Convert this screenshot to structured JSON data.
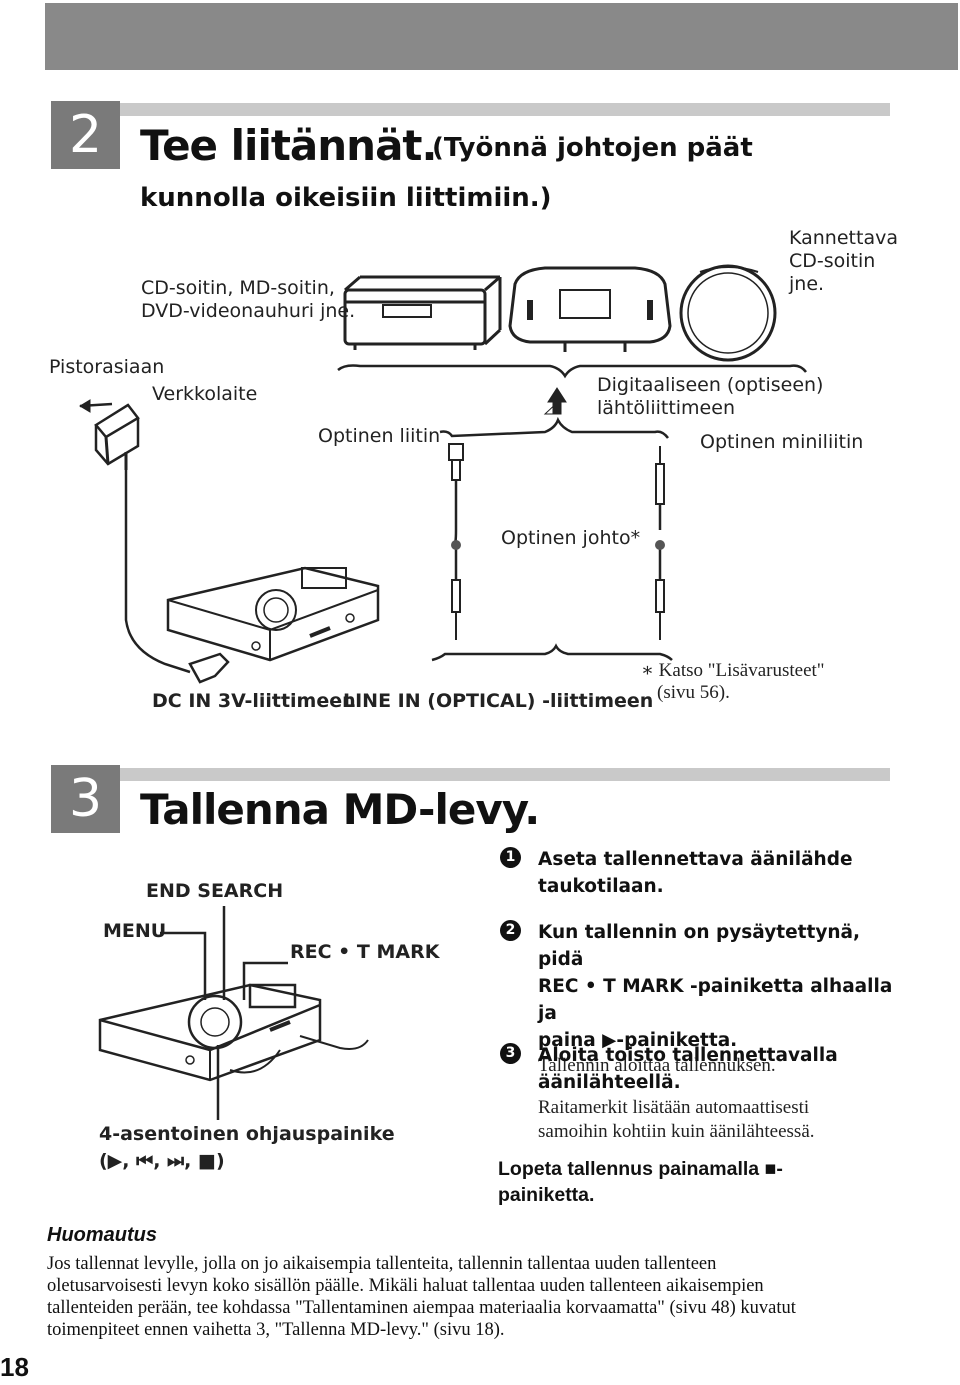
{
  "step2": {
    "number": "2",
    "title": "Tee liitännät.",
    "subtitle_line1": "(Työnnä johtojen päät",
    "subtitle_line2": "kunnolla oikeisiin liittimiin.)"
  },
  "diagram2": {
    "sources_line1": "CD-soitin, MD-soitin,",
    "sources_line2": "DVD-videonauhuri jne.",
    "portable_line1": "Kannettava",
    "portable_line2": "CD-soitin",
    "portable_line3": "jne.",
    "outlet": "Pistorasiaan",
    "adapter": "Verkkolaite",
    "digital_line1": "Digitaaliseen (optiseen)",
    "digital_line2": "lähtöliittimeen",
    "optical_plug": "Optinen liitin",
    "optical_mini": "Optinen miniliitin",
    "optical_cable": "Optinen johto*",
    "dc_in": "DC IN 3V-liittimeen",
    "line_in": "LINE IN (OPTICAL) -liittimeen",
    "footnote_line1": "∗ Katso \"Lisävarusteet\"",
    "footnote_line2": "(sivu 56)."
  },
  "step3": {
    "number": "3",
    "title": "Tallenna MD-levy."
  },
  "diagram3": {
    "end_search": "END SEARCH",
    "menu": "MENU",
    "rec_tmark": "REC • T MARK",
    "control_line1": "4-asentoinen ohjauspainike",
    "control_line2": "(▶, ⏮, ⏭, ■)"
  },
  "instructions": [
    {
      "num": "1",
      "bold_lines": [
        "Aseta tallennettava äänilähde",
        "taukotilaan."
      ],
      "normal_lines": []
    },
    {
      "num": "2",
      "bold_lines": [
        "Kun tallennin on pysäytettynä, pidä",
        "REC • T MARK -painiketta alhaalla ja",
        "paina ▶-painiketta."
      ],
      "normal_lines": [
        "Tallennin aloittaa tallennuksen."
      ]
    },
    {
      "num": "3",
      "bold_lines": [
        "Aloita toisto tallennettavalla",
        "äänilähteellä."
      ],
      "normal_lines": [
        "Raitamerkit lisätään automaattisesti",
        "samoihin kohtiin kuin äänilähteessä."
      ]
    }
  ],
  "stop_text_line1": "Lopeta tallennus painamalla ■-",
  "stop_text_line2": "painiketta.",
  "note": {
    "title": "Huomautus",
    "lines": [
      "Jos tallennat levylle, jolla on jo aikaisempia tallenteita, tallennin tallentaa uuden tallenteen",
      "oletusarvoisesti levyn koko sisällön päälle. Mikäli haluat tallentaa uuden tallenteen aikaisempien",
      "tallenteiden perään, tee kohdassa \"Tallentaminen aiempaa materiaalia korvaamatta\" (sivu 48) kuvatut",
      "toimenpiteet ennen vaihetta 3, \"Tallenna MD-levy.\" (sivu 18)."
    ]
  },
  "page_number": "18"
}
